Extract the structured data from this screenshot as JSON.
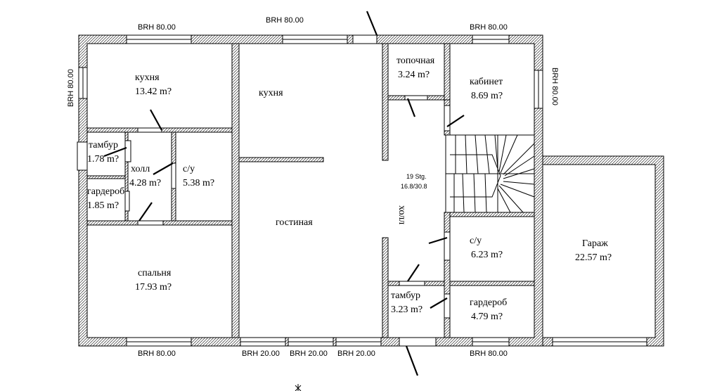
{
  "rooms": [
    {
      "name": "кухня",
      "area": "13.42 m?"
    },
    {
      "name": "кухня",
      "area": ""
    },
    {
      "name": "топочная",
      "area": "3.24 m?"
    },
    {
      "name": "кабинет",
      "area": "8.69 m?"
    },
    {
      "name": "тамбур",
      "area": "1.78 m?"
    },
    {
      "name": "холл",
      "area": "4.28 m?"
    },
    {
      "name": "с/у",
      "area": "5.38 m?"
    },
    {
      "name": "гардероб",
      "area": "1.85 m?"
    },
    {
      "name": "гостиная",
      "area": ""
    },
    {
      "name": "холл",
      "area": ""
    },
    {
      "name": "с/у",
      "area": "6.23 m?"
    },
    {
      "name": "Гараж",
      "area": "22.57 m?"
    },
    {
      "name": "спальня",
      "area": "17.93 m?"
    },
    {
      "name": "тамбур",
      "area": "3.23 m?"
    },
    {
      "name": "гардероб",
      "area": "4.79 m?"
    }
  ],
  "windows": {
    "top_left": "BRH 80.00",
    "top_center": "BRH 80.00",
    "top_right": "BRH 80.00",
    "left": "BRH 80.00",
    "right": "BRH 80.00",
    "bottom_left": "BRH 80.00",
    "bottom_1": "BRH 20.00",
    "bottom_2": "BRH 20.00",
    "bottom_3": "BRH 20.00",
    "bottom_right": "BRH 80.00"
  },
  "stair": {
    "steps": "19 Stg.",
    "dims": "16.8/30.8"
  },
  "colors": {
    "lines": "#000000",
    "background": "#ffffff"
  }
}
